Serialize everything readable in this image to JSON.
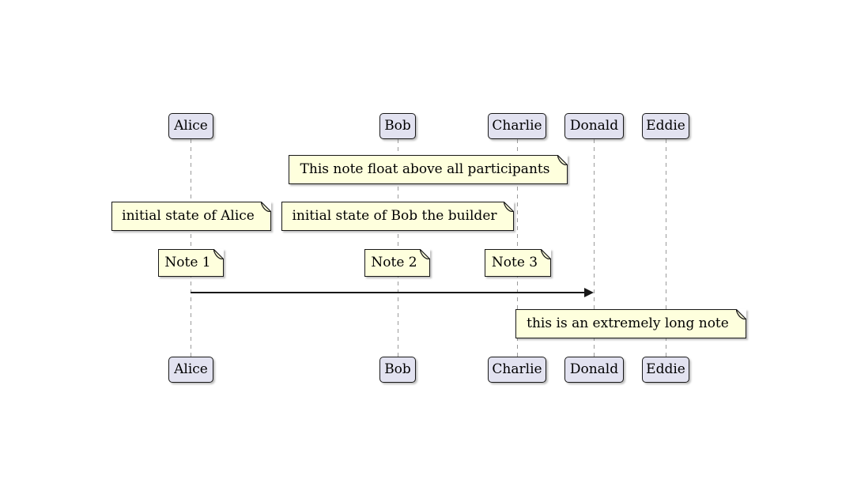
{
  "diagram": {
    "type": "sequence-diagram",
    "background": "#ffffff"
  },
  "participants": [
    {
      "label": "Alice"
    },
    {
      "label": "Bob"
    },
    {
      "label": "Charlie"
    },
    {
      "label": "Donald"
    },
    {
      "label": "Eddie"
    }
  ],
  "notes": [
    {
      "text": "This note float above all participants",
      "over": "Bob, Charlie"
    },
    {
      "text": "initial state of Alice",
      "over": "Alice"
    },
    {
      "text": "initial state of Bob the builder",
      "over": "Bob"
    },
    {
      "text": "Note 1",
      "over": "Alice"
    },
    {
      "text": "Note 2",
      "over": "Bob"
    },
    {
      "text": "Note 3",
      "over": "Charlie"
    },
    {
      "text": "this is an extremely long note",
      "over": "Donald, Eddie"
    }
  ],
  "messages": [
    {
      "from": "Alice",
      "to": "Donald",
      "label": ""
    }
  ],
  "colors": {
    "participant_fill": "#E2E2F0",
    "participant_border": "#181818",
    "note_fill": "#FEFFDD",
    "note_border": "#181818",
    "lifeline": "#9B9B9B",
    "arrow": "#181818"
  }
}
